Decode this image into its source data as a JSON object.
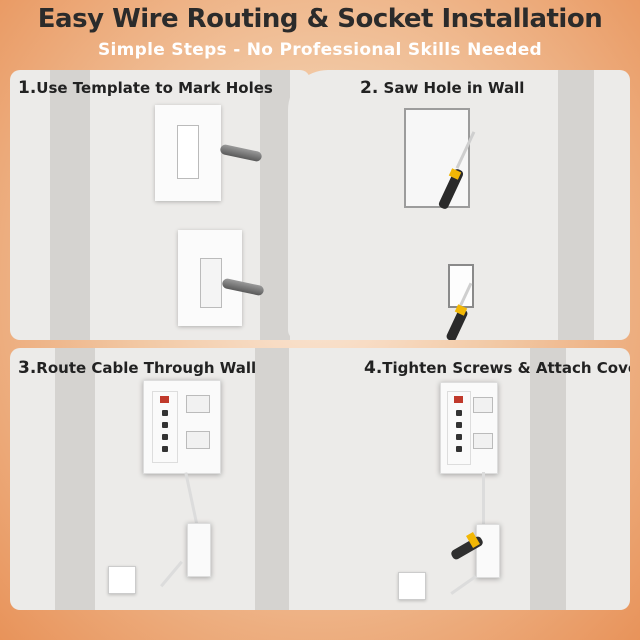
{
  "header": {
    "title": "Easy Wire Routing & Socket Installation",
    "subtitle": "Simple Steps - No Professional Skills Needed"
  },
  "steps": [
    {
      "num": "1.",
      "label": "Use Template to Mark Holes",
      "icon": "marker-pen-icon"
    },
    {
      "num": "2.",
      "label": " Saw Hole in Wall",
      "icon": "drywall-saw-icon"
    },
    {
      "num": "3.",
      "label": "Route Cable Through Wall",
      "icon": "power-strip-icon"
    },
    {
      "num": "4.",
      "label": "Tighten Screws & Attach Cover",
      "icon": "screwdriver-icon"
    }
  ],
  "colors": {
    "background_orange": "#e8935a",
    "panel_wall": "#ecebe9",
    "saw_band_yellow": "#f2b705",
    "led_red": "#c0392b"
  }
}
